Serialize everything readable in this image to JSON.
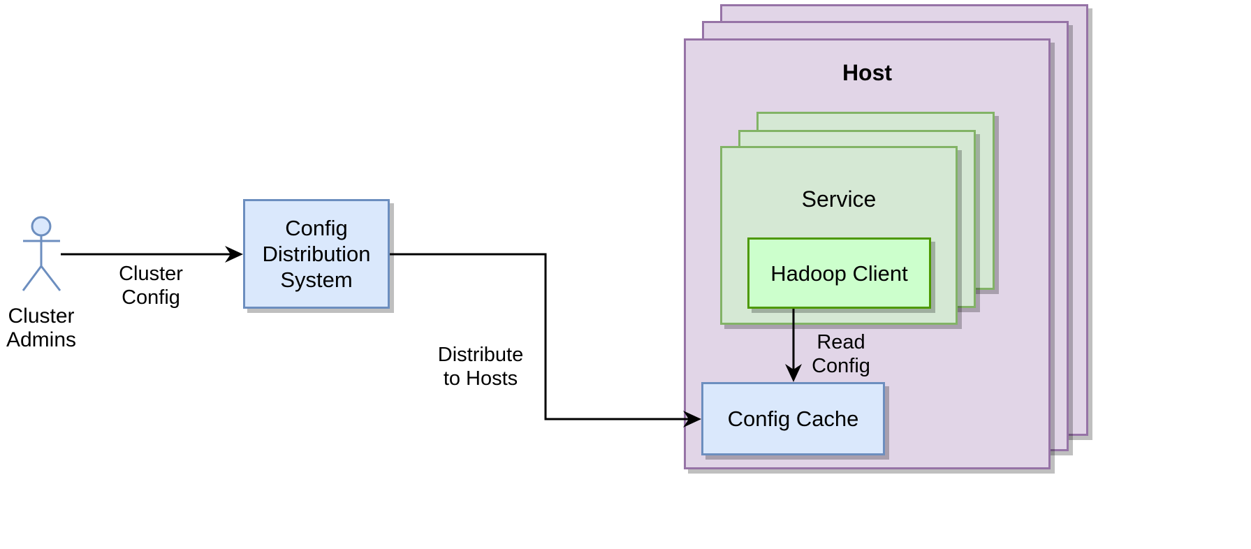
{
  "actor": {
    "label_line1": "Cluster",
    "label_line2": "Admins",
    "icon": "person-icon"
  },
  "edges": {
    "cluster_config": {
      "line1": "Cluster",
      "line2": "Config"
    },
    "distribute": {
      "line1": "Distribute",
      "line2": "to Hosts"
    },
    "read_config": {
      "line1": "Read",
      "line2": "Config"
    }
  },
  "nodes": {
    "config_distribution": {
      "line1": "Config",
      "line2": "Distribution",
      "line3": "System"
    },
    "host": {
      "title": "Host",
      "stack_count": 3
    },
    "service": {
      "title": "Service",
      "stack_count": 3
    },
    "hadoop_client": {
      "label": "Hadoop Client"
    },
    "config_cache": {
      "label": "Config Cache"
    }
  },
  "colors": {
    "host_fill": "#e1d5e7",
    "host_stroke": "#9673a6",
    "service_fill": "#d5e8d4",
    "service_stroke": "#82b366",
    "client_fill": "#ccffcc",
    "client_stroke": "#4d9900",
    "blue_fill": "#dae8fc",
    "blue_stroke": "#6c8ebf"
  }
}
